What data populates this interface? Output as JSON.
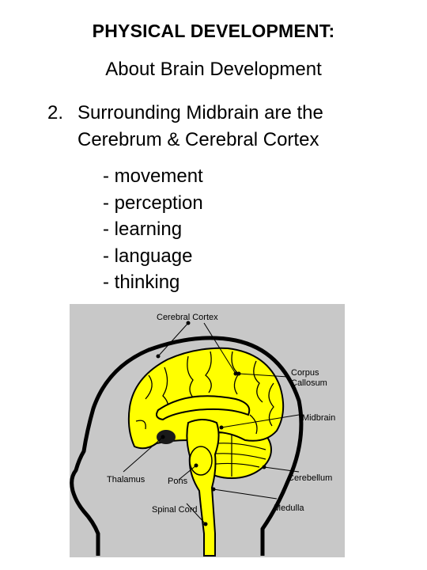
{
  "slide": {
    "title": "PHYSICAL DEVELOPMENT:",
    "subtitle": "About Brain Development",
    "point": {
      "number": "2.",
      "line1": "Surrounding Midbrain are the",
      "line2": "Cerebrum & Cerebral Cortex"
    },
    "bullets": [
      "- movement",
      "- perception",
      "- learning",
      "- language",
      "- thinking"
    ]
  },
  "diagram": {
    "labels": {
      "cerebral_cortex": "Cerebral Cortex",
      "corpus_callosum_1": "Corpus",
      "corpus_callosum_2": "Callosum",
      "midbrain": "Midbrain",
      "thalamus": "Thalamus",
      "pons": "Pons",
      "cerebellum": "Cerebellum",
      "spinal_cord": "Spinal Cord",
      "medulla": "Medulla"
    },
    "colors": {
      "background": "#c8c8c8",
      "brain": "#ffff00",
      "outline": "#000000"
    }
  }
}
